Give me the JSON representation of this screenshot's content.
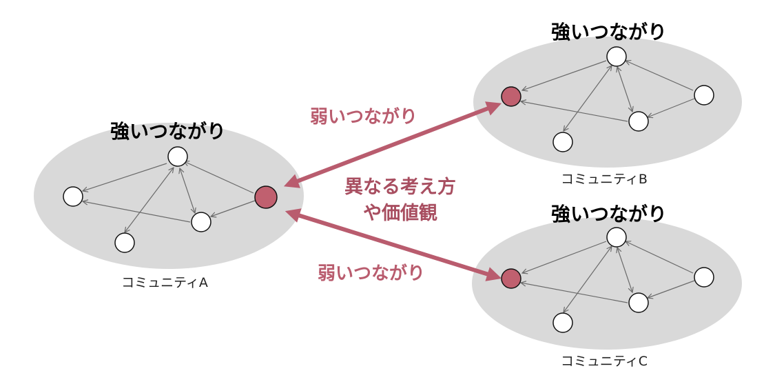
{
  "colors": {
    "accent": "#b95c6e",
    "node_fill": "#ffffff",
    "highlight_node_fill": "#c0606f",
    "community_fill": "#d9d9d9",
    "edge_color": "#6a6a6a"
  },
  "communities": {
    "a": {
      "title": "強いつながり",
      "name": "コミュニティA"
    },
    "b": {
      "title": "強いつながり",
      "name": "コミュニティB"
    },
    "c": {
      "title": "強いつながり",
      "name": "コミュニティC"
    }
  },
  "weak_ties": {
    "upper_label": "弱いつながり",
    "lower_label": "弱いつながり"
  },
  "center_label": {
    "line1": "異なる考え方",
    "line2": "や価値観"
  }
}
